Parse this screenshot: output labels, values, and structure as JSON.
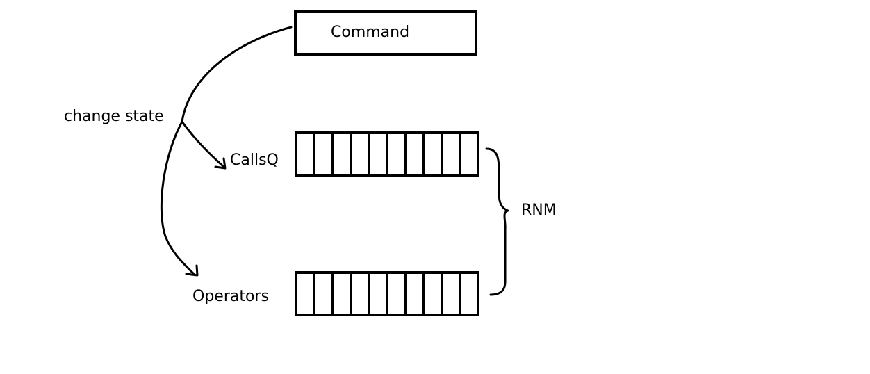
{
  "diagram": {
    "command_label": "Command",
    "edge_label": "change state",
    "callsq_label": "CallsQ",
    "operators_label": "Operators",
    "group_label": "RNM",
    "queue_slot_count": 10,
    "stroke_color": "#000000",
    "background": "#ffffff"
  }
}
